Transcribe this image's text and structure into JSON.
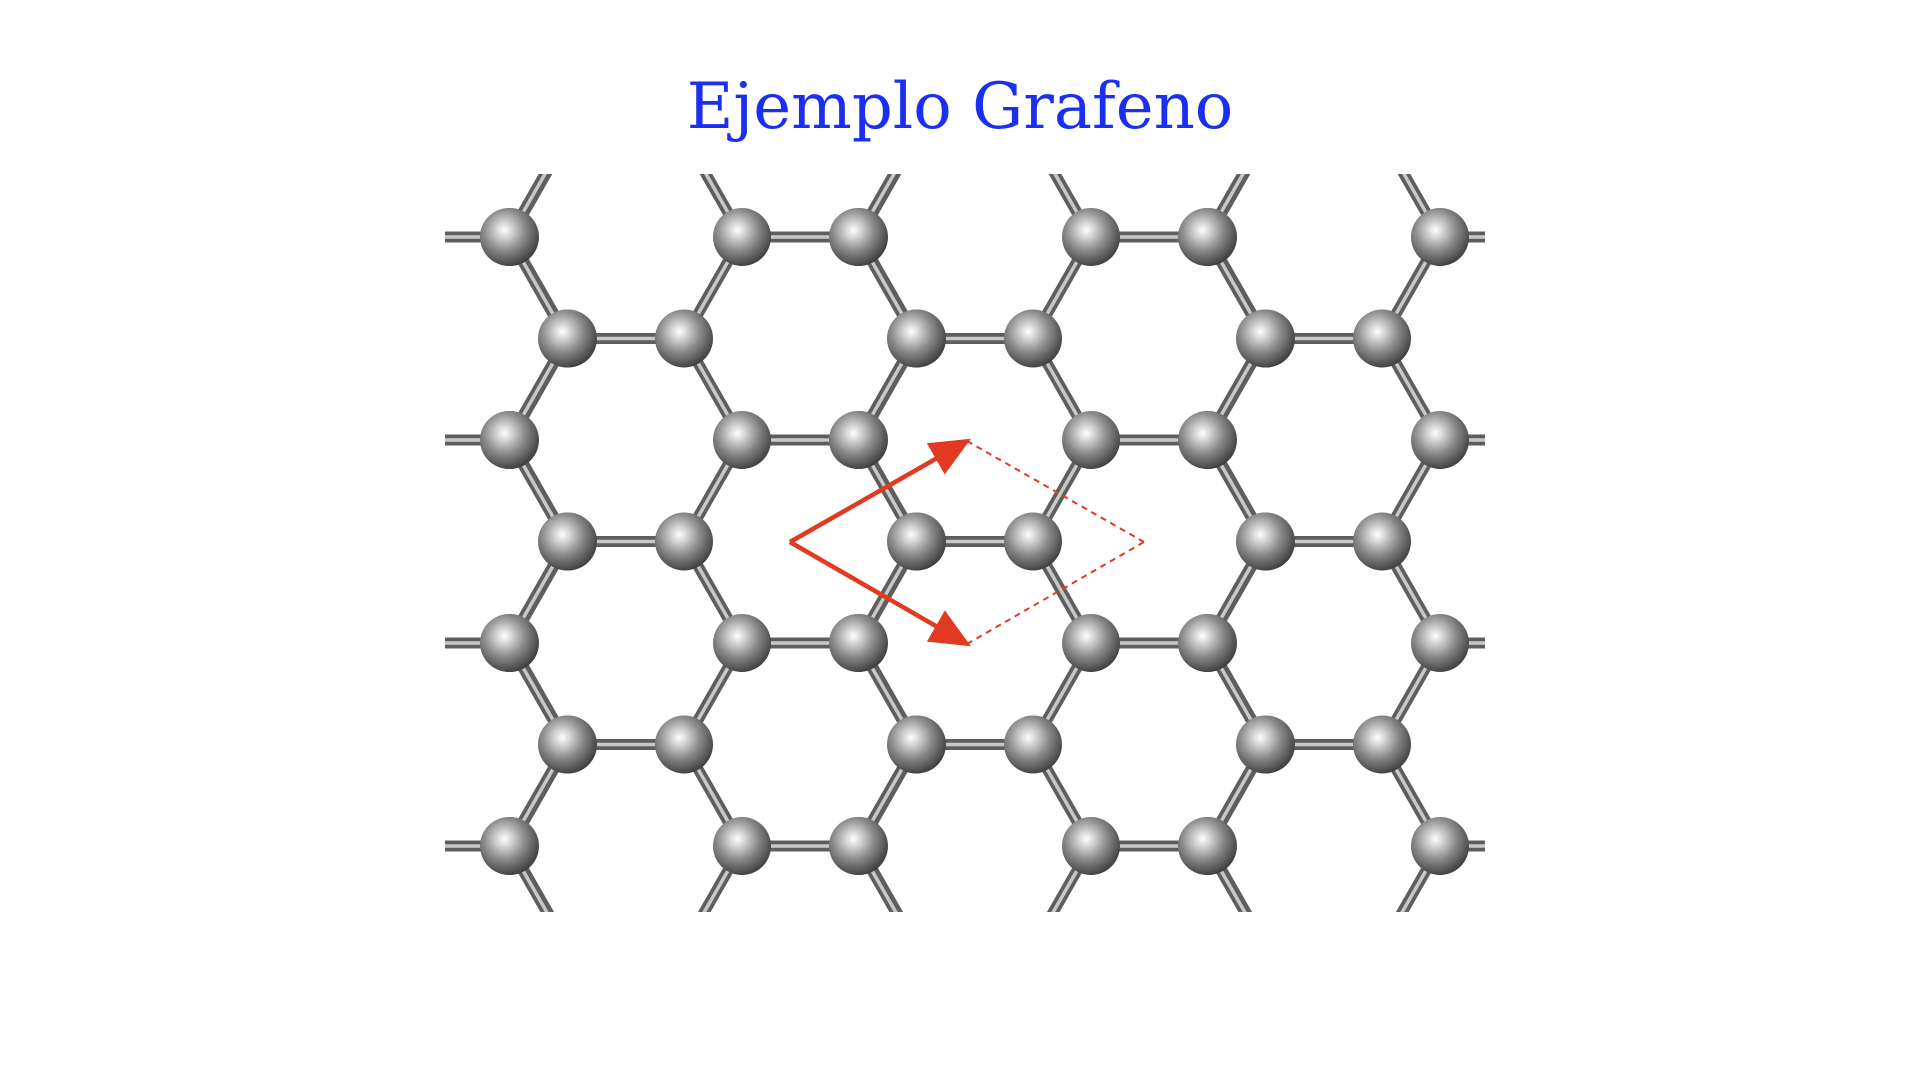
{
  "slide": {
    "title": "Ejemplo Grafeno",
    "title_color": "#1b2ff0"
  },
  "figure": {
    "description_type": "graphene-honeycomb-lattice",
    "atom_color": "#7a7a7a",
    "bond_color": "#8c8c8c",
    "vector_color": "#e23a22",
    "lattice_vectors_shown": 2,
    "unit_cell_outline": "dashed"
  }
}
